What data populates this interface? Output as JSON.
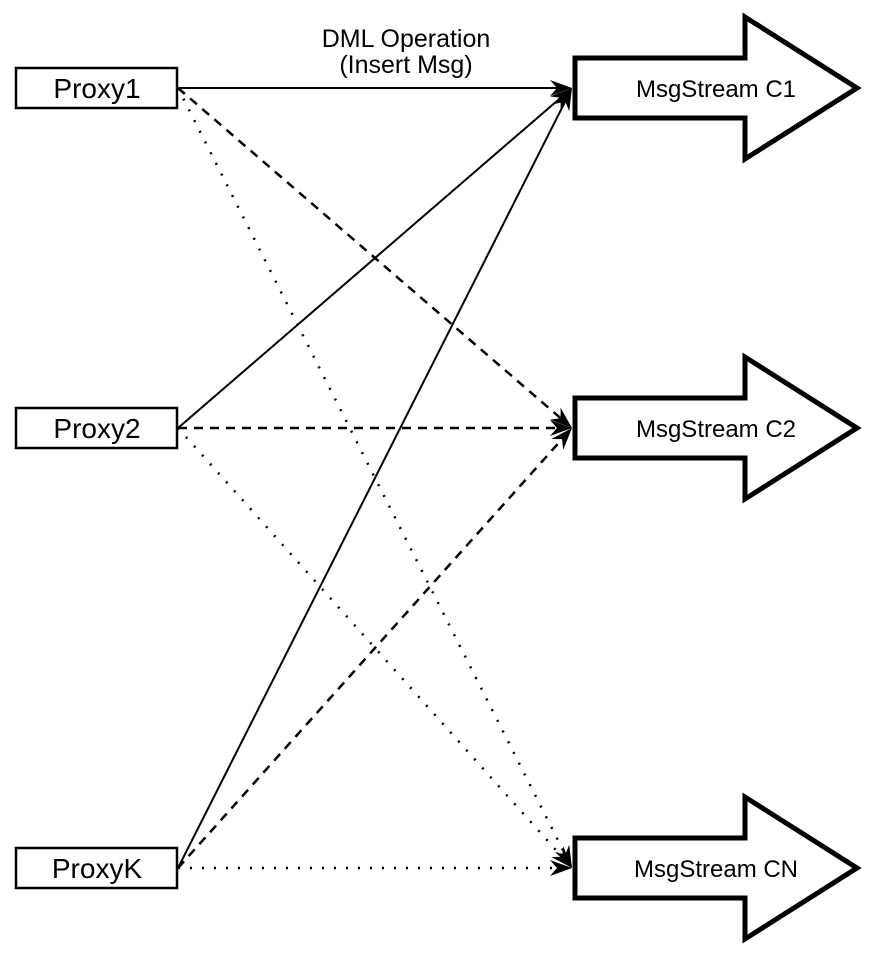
{
  "diagram": {
    "title": {
      "line1": "DML Operation",
      "line2": "(Insert Msg)"
    },
    "proxies": [
      {
        "id": "proxy1",
        "label": "Proxy1"
      },
      {
        "id": "proxy2",
        "label": "Proxy2"
      },
      {
        "id": "proxyk",
        "label": "ProxyK"
      }
    ],
    "streams": [
      {
        "id": "c1",
        "label": "MsgStream C1",
        "shape": "block-arrow-right"
      },
      {
        "id": "c2",
        "label": "MsgStream C2",
        "shape": "block-arrow-right"
      },
      {
        "id": "cn",
        "label": "MsgStream CN",
        "shape": "block-arrow-right"
      }
    ],
    "edges": [
      {
        "from": "proxy1",
        "to": "c1",
        "style": "solid"
      },
      {
        "from": "proxy2",
        "to": "c1",
        "style": "solid"
      },
      {
        "from": "proxyk",
        "to": "c1",
        "style": "solid"
      },
      {
        "from": "proxy1",
        "to": "c2",
        "style": "dashed"
      },
      {
        "from": "proxy2",
        "to": "c2",
        "style": "dashed"
      },
      {
        "from": "proxyk",
        "to": "c2",
        "style": "dashed"
      },
      {
        "from": "proxy1",
        "to": "cn",
        "style": "dotted"
      },
      {
        "from": "proxy2",
        "to": "cn",
        "style": "dotted"
      },
      {
        "from": "proxyk",
        "to": "cn",
        "style": "dotted"
      }
    ],
    "colors": {
      "stroke": "#000000",
      "fill": "#ffffff",
      "background": "#ffffff"
    }
  }
}
